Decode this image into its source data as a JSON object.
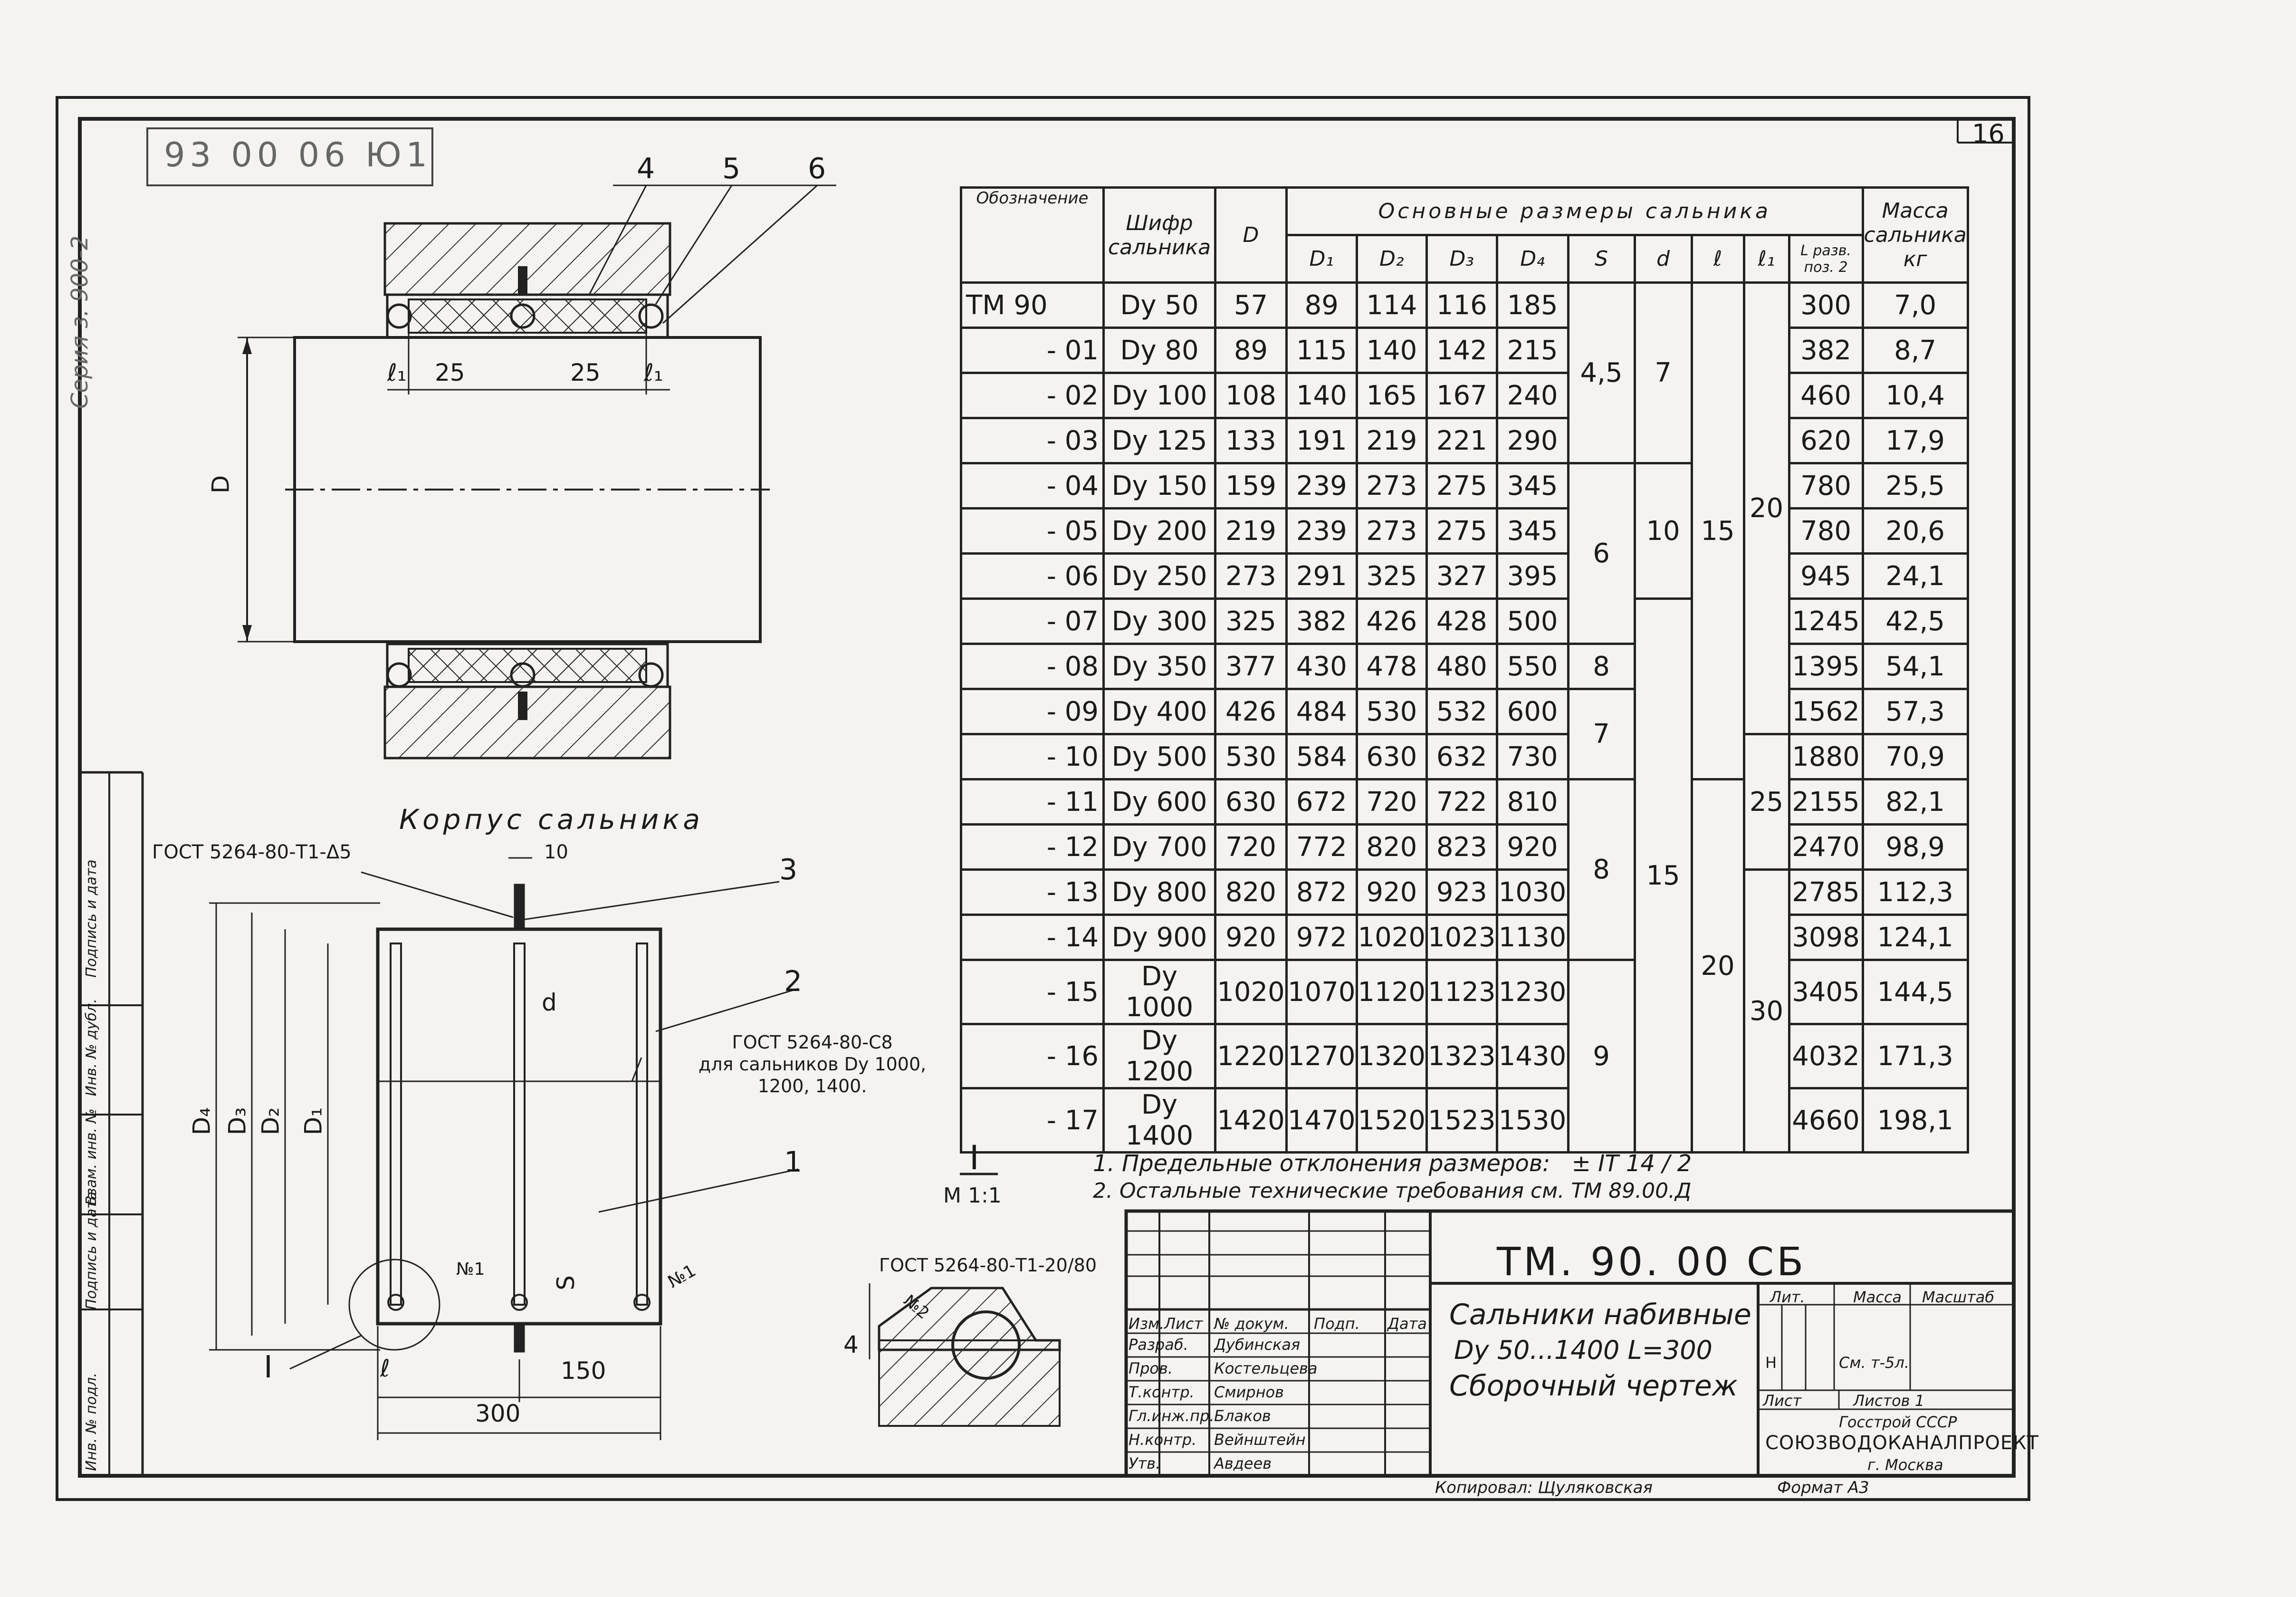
{
  "sheet": {
    "sheet_number": "16",
    "stamp_code": "93 00 06 Ю1",
    "series": "Серия з. 900-2"
  },
  "left_frame": {
    "labels": [
      "Инв. № подл.",
      "Подпись и дата",
      "Взам. инв. №",
      "Инв. № дубл.",
      "Подпись и дата"
    ]
  },
  "top_view": {
    "callouts": [
      "4",
      "5",
      "6"
    ],
    "dims": {
      "l1_left": "ℓ₁",
      "dim25_left": "25",
      "dim25_right": "25",
      "l1_right": "ℓ₁",
      "D": "D"
    }
  },
  "section_view": {
    "title": "Корпус сальника",
    "gost_left": "ГОСТ 5264-80-Т1-Δ5",
    "gost_mid": "ГОСТ 5264-80-С8",
    "gost_mid_note_1": "для сальников Dу 1000,",
    "gost_mid_note_2": "1200, 1400.",
    "dim10": "10",
    "callouts": [
      "3",
      "2",
      "1"
    ],
    "d_label": "d",
    "s_label": "S",
    "weld_left": "№1",
    "weld_right": "№1",
    "dim_l": "ℓ",
    "dim150": "150",
    "dim300": "300",
    "dim_D4": "D₄",
    "dim_D3": "D₃",
    "dim_D2": "D₂",
    "dim_D1": "D₁",
    "view_mark": "I"
  },
  "detail": {
    "label": "I",
    "scale": "М 1:1",
    "gost": "ГОСТ 5264-80-Т1-20/80",
    "weld": "№2",
    "dim4": "4"
  },
  "table": {
    "headers": {
      "designation": "Обозначение",
      "code": "Шифр сальника",
      "D": "D",
      "main_dims": "Основные размеры сальника",
      "mass": "Масса сальника кг",
      "sub": [
        "D₁",
        "D₂",
        "D₃",
        "D₄",
        "S",
        "d",
        "ℓ",
        "ℓ₁",
        "L разв. поз. 2"
      ]
    },
    "rows": [
      {
        "des": "ТМ 90",
        "code": "Dу 50",
        "D": "57",
        "D1": "89",
        "D2": "114",
        "D3": "116",
        "D4": "185",
        "L": "300",
        "m": "7,0"
      },
      {
        "des": "- 01",
        "code": "Dу 80",
        "D": "89",
        "D1": "115",
        "D2": "140",
        "D3": "142",
        "D4": "215",
        "L": "382",
        "m": "8,7"
      },
      {
        "des": "- 02",
        "code": "Dу 100",
        "D": "108",
        "D1": "140",
        "D2": "165",
        "D3": "167",
        "D4": "240",
        "L": "460",
        "m": "10,4"
      },
      {
        "des": "- 03",
        "code": "Dу 125",
        "D": "133",
        "D1": "191",
        "D2": "219",
        "D3": "221",
        "D4": "290",
        "L": "620",
        "m": "17,9"
      },
      {
        "des": "- 04",
        "code": "Dу 150",
        "D": "159",
        "D1": "239",
        "D2": "273",
        "D3": "275",
        "D4": "345",
        "L": "780",
        "m": "25,5"
      },
      {
        "des": "- 05",
        "code": "Dу 200",
        "D": "219",
        "D1": "239",
        "D2": "273",
        "D3": "275",
        "D4": "345",
        "L": "780",
        "m": "20,6"
      },
      {
        "des": "- 06",
        "code": "Dу 250",
        "D": "273",
        "D1": "291",
        "D2": "325",
        "D3": "327",
        "D4": "395",
        "L": "945",
        "m": "24,1"
      },
      {
        "des": "- 07",
        "code": "Dу 300",
        "D": "325",
        "D1": "382",
        "D2": "426",
        "D3": "428",
        "D4": "500",
        "L": "1245",
        "m": "42,5"
      },
      {
        "des": "- 08",
        "code": "Dу 350",
        "D": "377",
        "D1": "430",
        "D2": "478",
        "D3": "480",
        "D4": "550",
        "L": "1395",
        "m": "54,1"
      },
      {
        "des": "- 09",
        "code": "Dу 400",
        "D": "426",
        "D1": "484",
        "D2": "530",
        "D3": "532",
        "D4": "600",
        "L": "1562",
        "m": "57,3"
      },
      {
        "des": "- 10",
        "code": "Dу 500",
        "D": "530",
        "D1": "584",
        "D2": "630",
        "D3": "632",
        "D4": "730",
        "L": "1880",
        "m": "70,9"
      },
      {
        "des": "- 11",
        "code": "Dу 600",
        "D": "630",
        "D1": "672",
        "D2": "720",
        "D3": "722",
        "D4": "810",
        "L": "2155",
        "m": "82,1"
      },
      {
        "des": "- 12",
        "code": "Dу 700",
        "D": "720",
        "D1": "772",
        "D2": "820",
        "D3": "823",
        "D4": "920",
        "L": "2470",
        "m": "98,9"
      },
      {
        "des": "- 13",
        "code": "Dу 800",
        "D": "820",
        "D1": "872",
        "D2": "920",
        "D3": "923",
        "D4": "1030",
        "L": "2785",
        "m": "112,3"
      },
      {
        "des": "- 14",
        "code": "Dу 900",
        "D": "920",
        "D1": "972",
        "D2": "1020",
        "D3": "1023",
        "D4": "1130",
        "L": "3098",
        "m": "124,1"
      },
      {
        "des": "- 15",
        "code": "Dу 1000",
        "D": "1020",
        "D1": "1070",
        "D2": "1120",
        "D3": "1123",
        "D4": "1230",
        "L": "3405",
        "m": "144,5"
      },
      {
        "des": "- 16",
        "code": "Dу 1200",
        "D": "1220",
        "D1": "1270",
        "D2": "1320",
        "D3": "1323",
        "D4": "1430",
        "L": "4032",
        "m": "171,3"
      },
      {
        "des": "- 17",
        "code": "Dу 1400",
        "D": "1420",
        "D1": "1470",
        "D2": "1520",
        "D3": "1523",
        "D4": "1530",
        "L": "4660",
        "m": "198,1"
      }
    ],
    "merged": {
      "S": [
        "4,5",
        "6",
        "8",
        "7",
        "8",
        "9"
      ],
      "d": [
        "7",
        "10",
        "15"
      ],
      "l": [
        "15",
        "20"
      ],
      "l1": [
        "20",
        "25",
        "30"
      ]
    }
  },
  "notes": {
    "n1": "1. Предельные отклонения размеров:",
    "n1_tol": "± IT 14 / 2",
    "n2": "2. Остальные технические требования см. ТМ 89.00.Д"
  },
  "title_block": {
    "code": "ТМ. 90. 00 СБ",
    "title_1": "Сальники набивные",
    "title_2": "Dу 50...1400  L=300",
    "title_3": "Сборочный чертеж",
    "cols": [
      "Изм.",
      "Лист",
      "№ докум.",
      "Подп.",
      "Дата"
    ],
    "roles": [
      "Разраб.",
      "Пров.",
      "Т.контр.",
      "Гл.инж.пр.",
      "Н.контр.",
      "Утв."
    ],
    "names": [
      "Дубинская",
      "Костельцева",
      "Смирнов",
      "Блаков",
      "Вейнштейн",
      "Авдеев"
    ],
    "lit": "Лит.",
    "mass": "Масса",
    "scale": "Масштаб",
    "lit_val": "Н",
    "mass_val": "См. т-5л.",
    "sheet": "Лист",
    "sheets": "Листов 1",
    "org_1": "Госстрой СССР",
    "org_2": "СОЮЗВОДОКАНАЛПРОЕКТ",
    "org_3": "г. Москва",
    "copied": "Копировал: Щуляковская",
    "format": "Формат А3"
  }
}
